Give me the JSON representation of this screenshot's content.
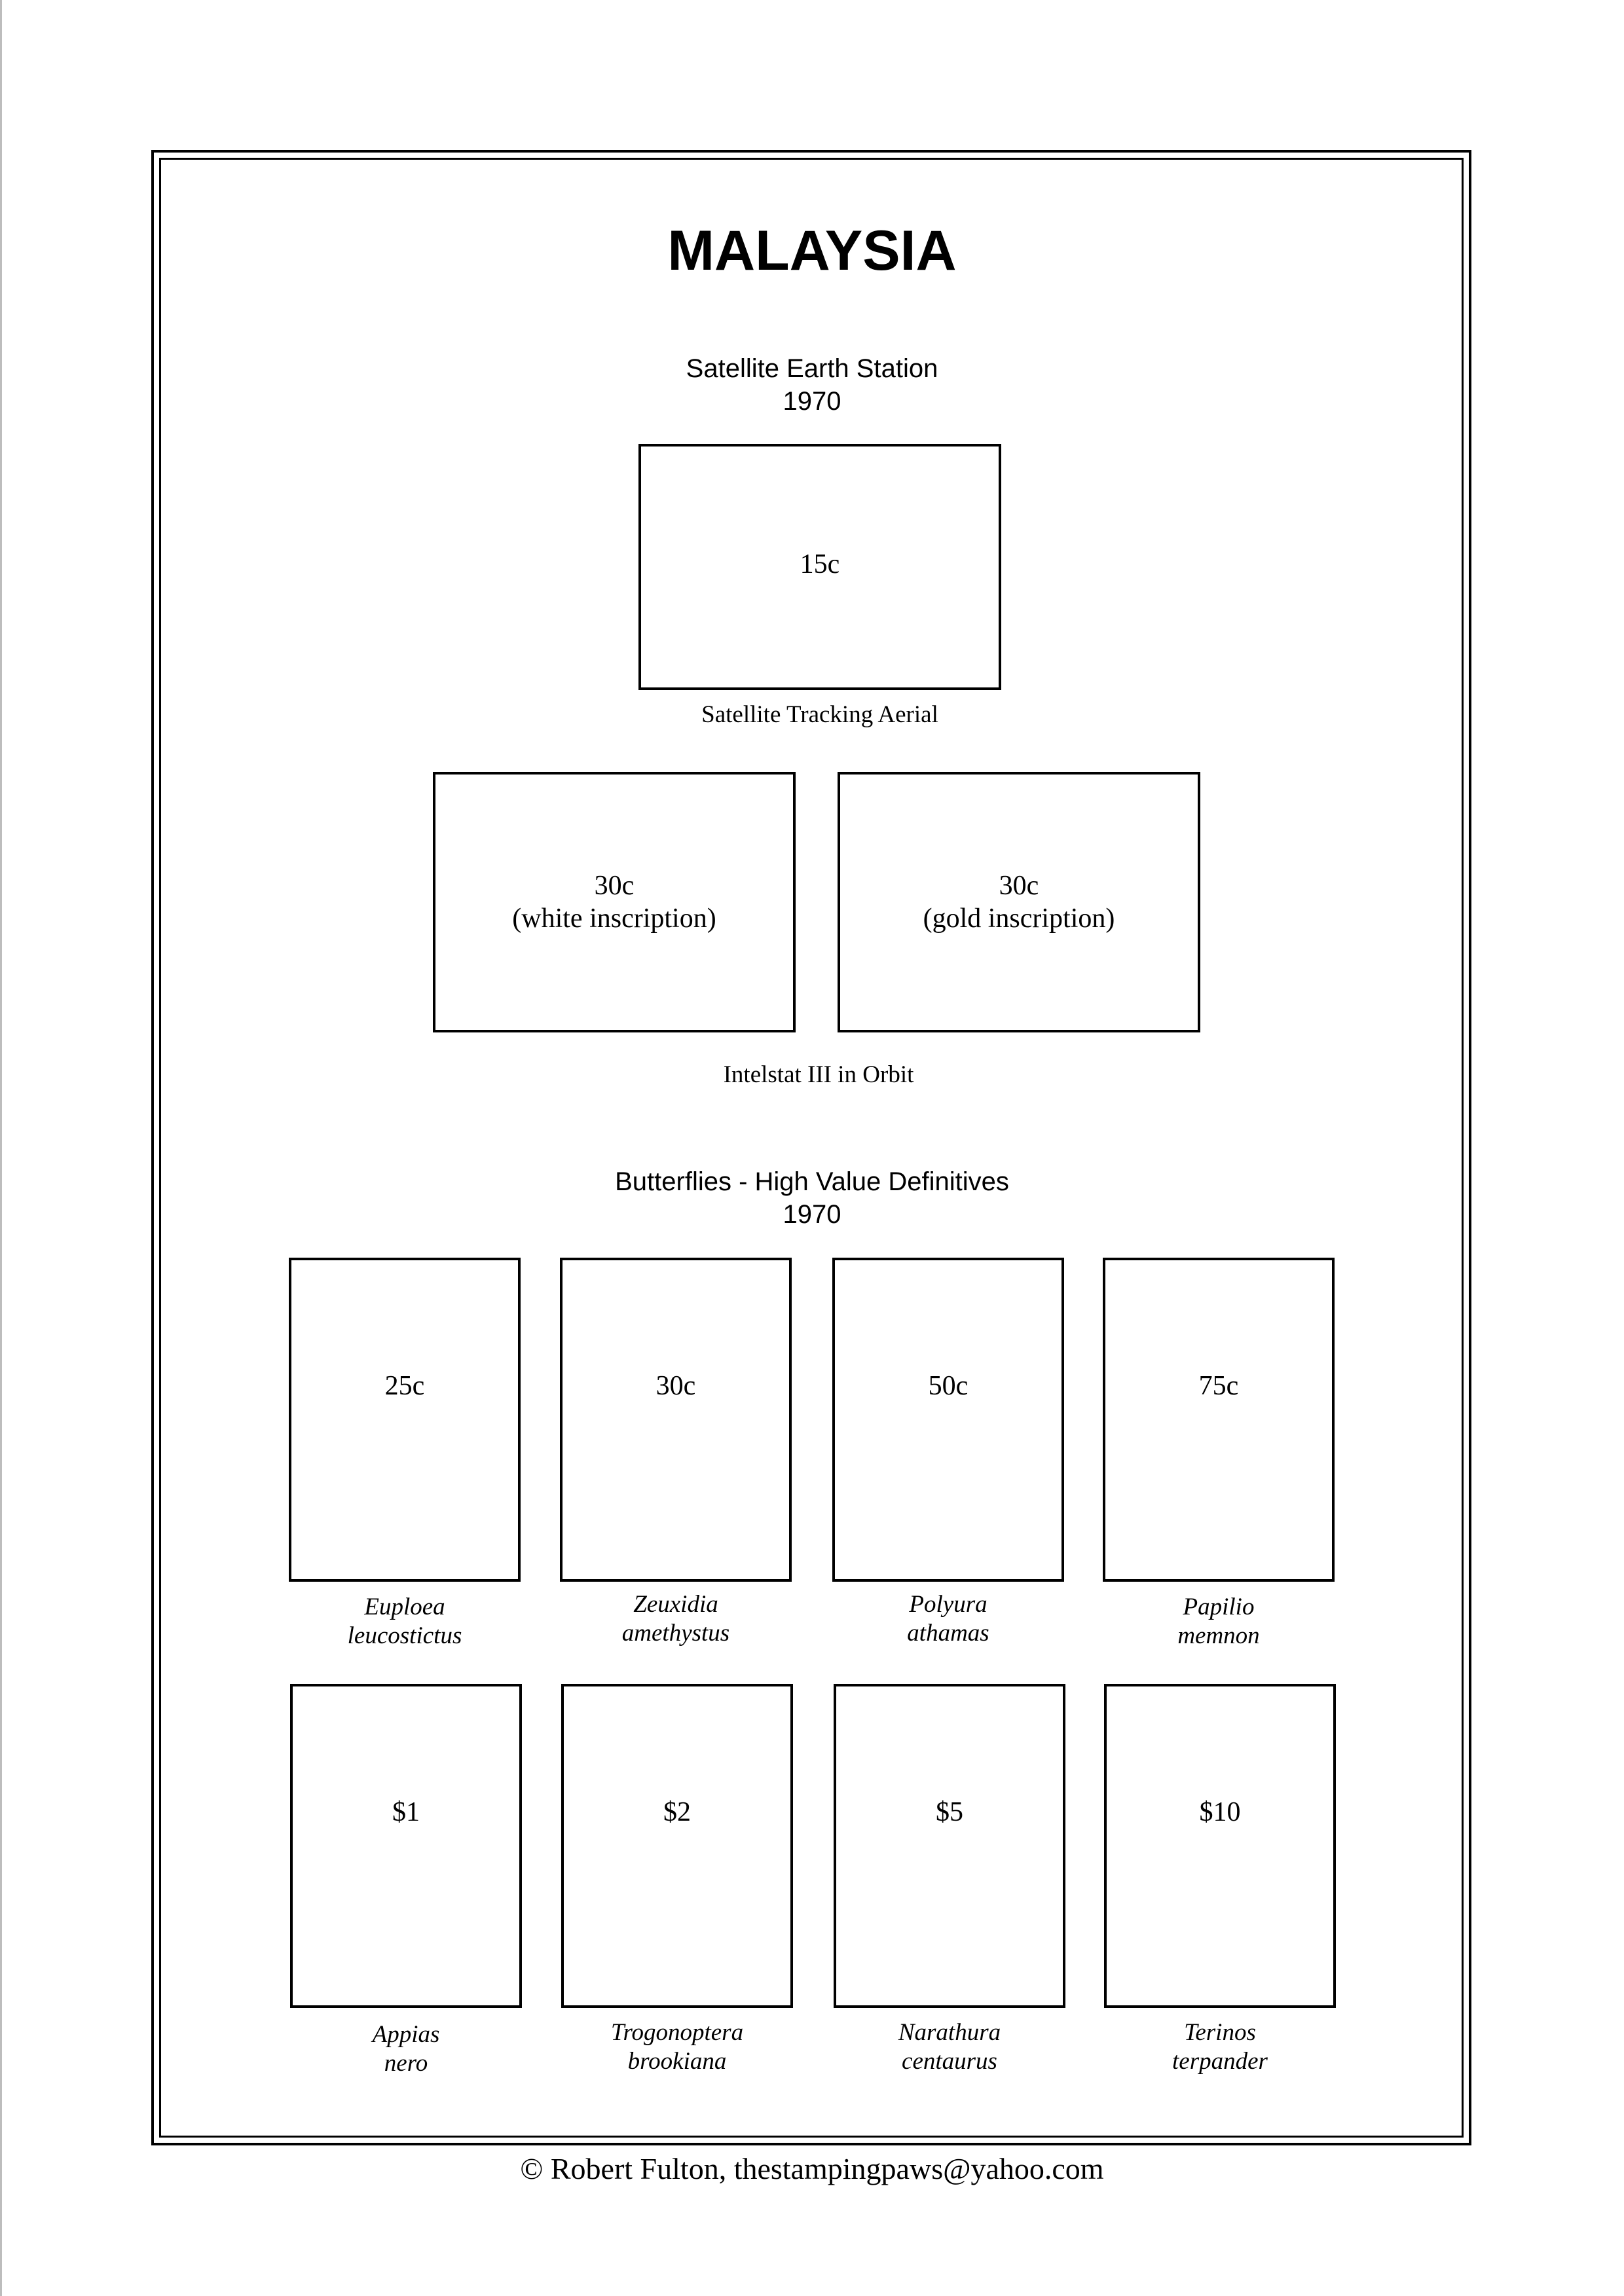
{
  "title": "MALAYSIA",
  "section1": {
    "heading": "Satellite Earth Station",
    "year": "1970",
    "stamp1": {
      "value": "15c"
    },
    "caption1": "Satellite Tracking Aerial",
    "stamp2": {
      "value": "30c",
      "note": "(white inscription)"
    },
    "stamp3": {
      "value": "30c",
      "note": "(gold inscription)"
    },
    "caption2": "Intelstat III in Orbit"
  },
  "section2": {
    "heading": "Butterflies - High Value Definitives",
    "year": "1970",
    "row1": [
      {
        "value": "25c",
        "name1": "Euploea",
        "name2": "leucostictus"
      },
      {
        "value": "30c",
        "name1": "Zeuxidia",
        "name2": "amethystus"
      },
      {
        "value": "50c",
        "name1": "Polyura",
        "name2": "athamas"
      },
      {
        "value": "75c",
        "name1": "Papilio",
        "name2": "memnon"
      }
    ],
    "row2": [
      {
        "value": "$1",
        "name1": "Appias",
        "name2": "nero"
      },
      {
        "value": "$2",
        "name1": "Trogonoptera",
        "name2": "brookiana"
      },
      {
        "value": "$5",
        "name1": "Narathura",
        "name2": "centaurus"
      },
      {
        "value": "$10",
        "name1": "Terinos",
        "name2": "terpander"
      }
    ]
  },
  "footer": "©  Robert Fulton, thestampingpaws@yahoo.com"
}
